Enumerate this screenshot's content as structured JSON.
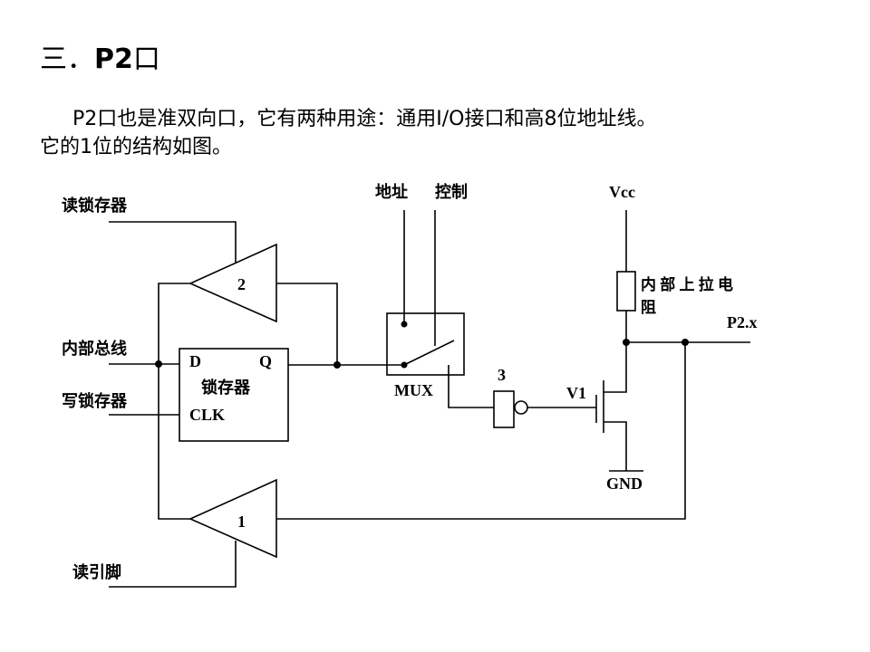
{
  "slide": {
    "title_prefix": "三．",
    "title_port": "P2",
    "title_suffix": "口",
    "para_line1": "P2口也是准双向口，它有两种用途：通用I/O接口和高8位地址线。",
    "para_line2": "它的1位的结构如图。"
  },
  "diagram": {
    "labels": {
      "read_latch": "读锁存器",
      "internal_bus": "内部总线",
      "write_latch": "写锁存器",
      "read_pin": "读引脚",
      "address": "地址",
      "control": "控制",
      "vcc": "Vcc",
      "pullup_line1": "内 部 上 拉 电",
      "pullup_line2": "阻",
      "port_pin": "P2.x",
      "buffer2": "2",
      "buffer1": "1",
      "inverter3": "3",
      "latch_d": "D",
      "latch_q": "Q",
      "latch_name": "锁存器",
      "latch_clk": "CLK",
      "mux": "MUX",
      "transistor": "V1",
      "gnd": "GND"
    }
  }
}
